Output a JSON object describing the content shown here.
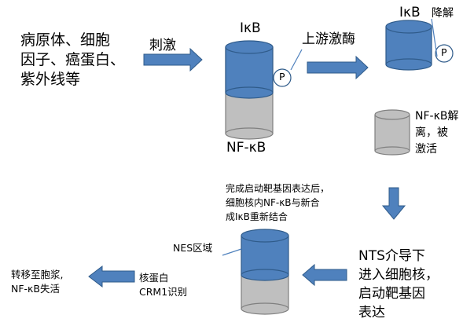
{
  "stimuli": {
    "lines": [
      "病原体、细胞",
      "因子、癌蛋白、",
      "紫外线等"
    ]
  },
  "stimulus_arrow_label": "刺激",
  "ikb_label_1": "IκB",
  "phosphate_1": "P",
  "nfkb_label": "NF-κB",
  "upstream_kinase": "上游激酶",
  "ikb_label_2": "IκB",
  "degradation": "降解",
  "phosphate_2": "P",
  "dissociation": {
    "lines": [
      "NF-κB解",
      "离，被",
      "激活"
    ]
  },
  "nuclear_entry": {
    "lines": [
      "NTS介导下",
      "进入细胞核，",
      "启动靶基因",
      "表达"
    ]
  },
  "rebinding": {
    "lines": [
      "完成启动靶基因表达后，",
      "细胞核内NF-κB与新合",
      "成IκB重新结合"
    ]
  },
  "nes_region": "NES区域",
  "crm1": {
    "lines": [
      "核蛋白",
      "CRM1识别"
    ]
  },
  "export": {
    "lines": [
      "转移至胞浆,",
      "NF-κB失活"
    ]
  },
  "colors": {
    "blue": "#4F81BD",
    "blue_dark": "#2F5B8A",
    "gray": "#BFBFBF",
    "gray_dark": "#7F7F7F"
  }
}
